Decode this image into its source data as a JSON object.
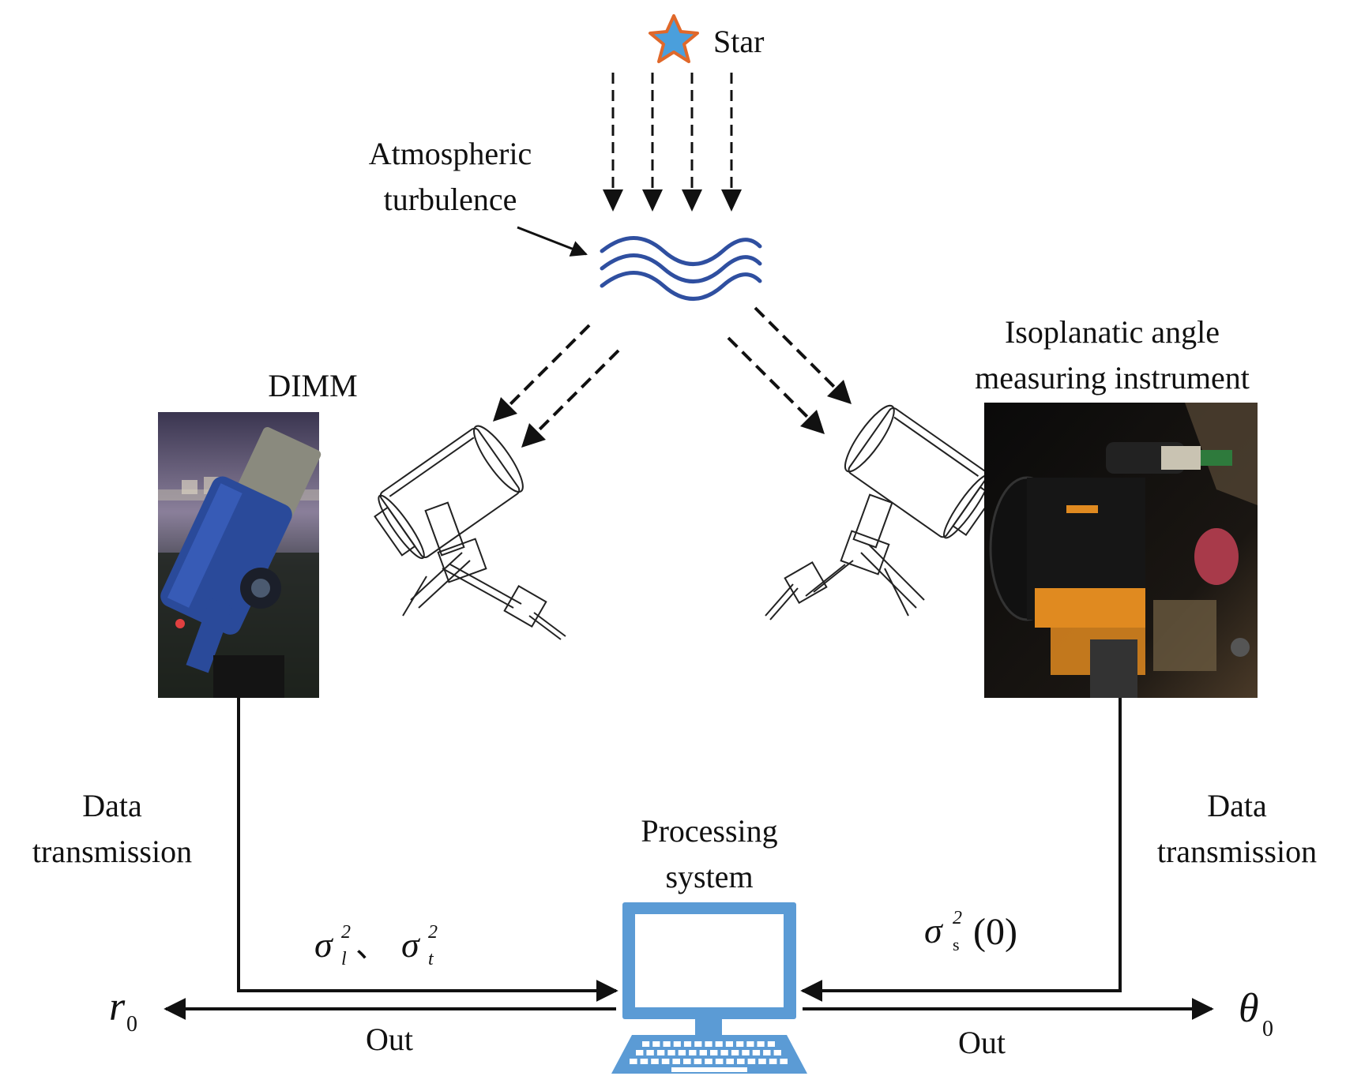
{
  "labels": {
    "star": "Star",
    "atmos_line1": "Atmospheric",
    "atmos_line2": "turbulence",
    "dimm": "DIMM",
    "iso_line1": "Isoplanatic angle",
    "iso_line2": "measuring instrument",
    "data_left_1": "Data",
    "data_left_2": "transmission",
    "data_right_1": "Data",
    "data_right_2": "transmission",
    "proc_line1": "Processing",
    "proc_line2": "system",
    "out_left": "Out",
    "out_right": "Out"
  },
  "math": {
    "sigma_symbol": "σ",
    "sigma_l_sub": "l",
    "sigma_t_sub": "t",
    "sigma_s_sub": "s",
    "squared": "2",
    "separator": "、",
    "zero_arg": "(0)",
    "r0_symbol": "r",
    "theta0_symbol": "θ",
    "sub_zero": "0"
  },
  "colors": {
    "star_fill": "#4a9fdc",
    "star_stroke": "#e0682a",
    "turbulence": "#2f4fa0",
    "computer": "#5b9bd5",
    "line": "#111111"
  }
}
